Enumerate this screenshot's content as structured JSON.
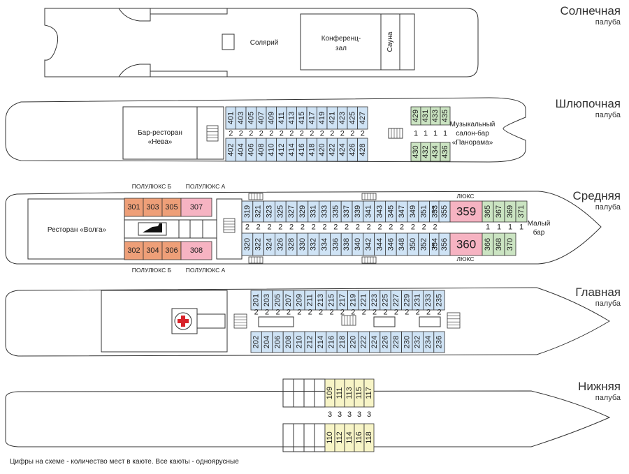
{
  "colors": {
    "blue": "#cfe3f5",
    "green": "#cbe4c2",
    "orange": "#ee9f78",
    "pink": "#f6b3c2",
    "yellow": "#f7f4c6",
    "outline": "#333333"
  },
  "decks": {
    "sun": {
      "name": "Солнечная",
      "sub": "палуба",
      "rooms": {
        "solarium": "Солярий",
        "conf1": "Конференц-",
        "conf2": "зал",
        "sauna": "Сауна"
      }
    },
    "boat": {
      "name": "Шлюпочная",
      "sub": "палуба",
      "rooms": {
        "bar1": "Бар-ресторан",
        "bar2": "«Нева»",
        "music1": "Музыкальный",
        "music2": "салон-бар",
        "music3": "«Панорама»"
      }
    },
    "middle": {
      "name": "Средняя",
      "sub": "палуба",
      "rooms": {
        "restaurant": "Ресторан «Волга»",
        "minibar1": "Малый",
        "minibar2": "бар",
        "semilux_b": "ПОЛУЛЮКС Б",
        "semilux_a": "ПОЛУЛЮКС  А",
        "lux": "ЛЮКС"
      }
    },
    "main": {
      "name": "Главная",
      "sub": "палуба"
    },
    "lower": {
      "name": "Нижняя",
      "sub": "палуба"
    }
  },
  "cabins": {
    "boat_top_blue": [
      "401",
      "403",
      "405",
      "407",
      "409",
      "411",
      "413",
      "415",
      "417",
      "419",
      "421",
      "423",
      "425",
      "427"
    ],
    "boat_bottom_blue": [
      "402",
      "404",
      "406",
      "408",
      "410",
      "412",
      "414",
      "416",
      "418",
      "420",
      "422",
      "424",
      "426",
      "428"
    ],
    "boat_top_green": [
      "429",
      "431",
      "433",
      "435"
    ],
    "boat_bottom_green": [
      "430",
      "432",
      "434",
      "436"
    ],
    "boat_beds_blue": "2",
    "boat_beds_green": "1",
    "mid_semilux_top": [
      "301",
      "303",
      "305"
    ],
    "mid_semilux_a_top": "307",
    "mid_semilux_bottom": [
      "302",
      "304",
      "306"
    ],
    "mid_semilux_a_bottom": "308",
    "mid_top_blue": [
      "319",
      "321",
      "323",
      "325",
      "327",
      "329",
      "331",
      "333",
      "335",
      "337",
      "339",
      "341",
      "343",
      "345",
      "347",
      "349",
      "351",
      "353"
    ],
    "mid_bottom_blue": [
      "320",
      "322",
      "324",
      "326",
      "328",
      "330",
      "332",
      "334",
      "336",
      "338",
      "340",
      "342",
      "344",
      "346",
      "348",
      "350",
      "352",
      "354"
    ],
    "mid_beds_blue": "2",
    "mid_single_top": "355",
    "mid_single_bottom": "356",
    "mid_single_beds": "1",
    "mid_lux_top": "359",
    "mid_lux_bottom": "360",
    "mid_fwd_top": [
      "365",
      "367",
      "369",
      "371"
    ],
    "mid_fwd_bottom": [
      "366",
      "368",
      "370"
    ],
    "mid_fwd_beds": "1",
    "main_top": [
      "201",
      "203",
      "205",
      "207",
      "209",
      "211",
      "213",
      "215",
      "217",
      "219",
      "221",
      "223",
      "225",
      "227",
      "229",
      "231",
      "233",
      "235"
    ],
    "main_bottom": [
      "202",
      "204",
      "206",
      "208",
      "210",
      "212",
      "214",
      "216",
      "218",
      "220",
      "222",
      "224",
      "226",
      "228",
      "230",
      "232",
      "234",
      "236"
    ],
    "main_beds": "2",
    "lower_top": [
      "109",
      "111",
      "113",
      "115",
      "117"
    ],
    "lower_bottom": [
      "110",
      "112",
      "114",
      "116",
      "118"
    ],
    "lower_beds": "3"
  },
  "footnote": "Цифры на схеме - количество мест в каюте. Все каюты - одноярусные"
}
